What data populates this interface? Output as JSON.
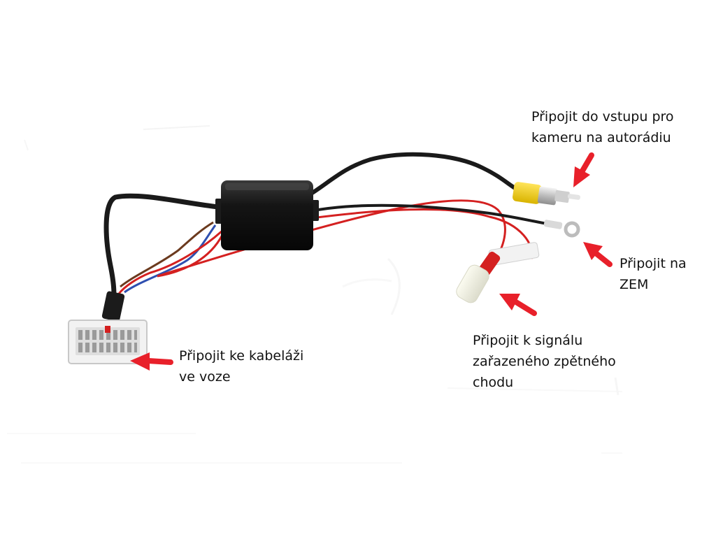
{
  "callouts": {
    "camera_input": {
      "line1": "Připojit do vstupu pro",
      "line2": "kameru na autorádiu"
    },
    "ground": {
      "line1": "Připojit na",
      "line2": "ZEM"
    },
    "reverse_signal": {
      "line1": "Připojit k signálu",
      "line2": "zařazeného zpětného",
      "line3": "chodu"
    },
    "car_harness": {
      "line1": "Připojit ke kabeláži",
      "line2": "ve voze"
    }
  },
  "colors": {
    "arrow": "#e8202a",
    "cable_black": "#1a1a1a",
    "cable_red": "#d42020",
    "cable_brown": "#6b3a1e",
    "cable_blue": "#2e4fb0",
    "rca_yellow": "#f0d21a",
    "connector_white": "#f2f2f2"
  }
}
